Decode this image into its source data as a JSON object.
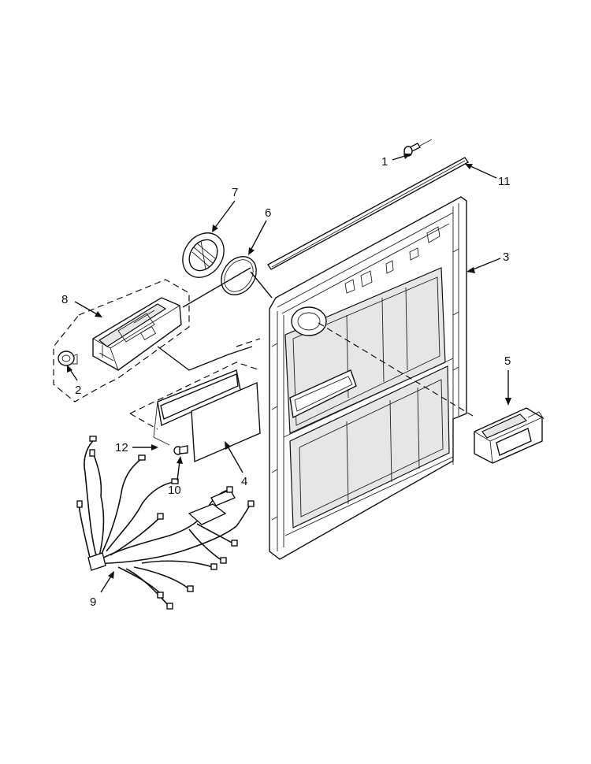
{
  "diagram": {
    "callouts": [
      {
        "id": "1",
        "label": "1"
      },
      {
        "id": "2",
        "label": "2"
      },
      {
        "id": "3",
        "label": "3"
      },
      {
        "id": "4",
        "label": "4"
      },
      {
        "id": "5",
        "label": "5"
      },
      {
        "id": "6",
        "label": "6"
      },
      {
        "id": "7",
        "label": "7"
      },
      {
        "id": "8",
        "label": "8"
      },
      {
        "id": "9",
        "label": "9"
      },
      {
        "id": "10",
        "label": "10"
      },
      {
        "id": "11",
        "label": "11"
      },
      {
        "id": "12",
        "label": "12"
      }
    ],
    "colors": {
      "line": "#111111",
      "background": "#ffffff",
      "panel_shade": "#e6e6e6"
    }
  }
}
